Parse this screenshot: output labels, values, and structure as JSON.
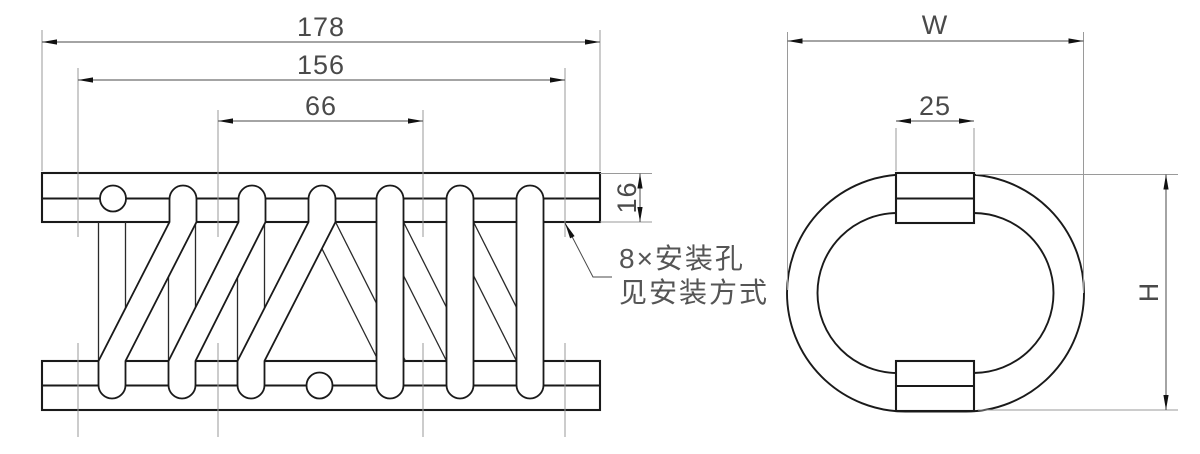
{
  "drawing_type": "wire-rope-isolator engineering drawing, front view and side view",
  "front_view": {
    "dim_overall_length": "178",
    "dim_hole_span": "156",
    "dim_inner_span": "66",
    "dim_bar_thickness": "16",
    "leader_note_line1": "8×安装孔",
    "leader_note_line2": "见安装方式"
  },
  "side_view": {
    "dim_width_label": "W",
    "dim_clamp_width": "25",
    "dim_height_label": "H"
  },
  "colors": {
    "background": "#ffffff",
    "main_line": "#1a1a1a",
    "extension_line": "#9a9a9a",
    "dimension_line": "#4a4a4a",
    "text": "#4a4a4a"
  }
}
